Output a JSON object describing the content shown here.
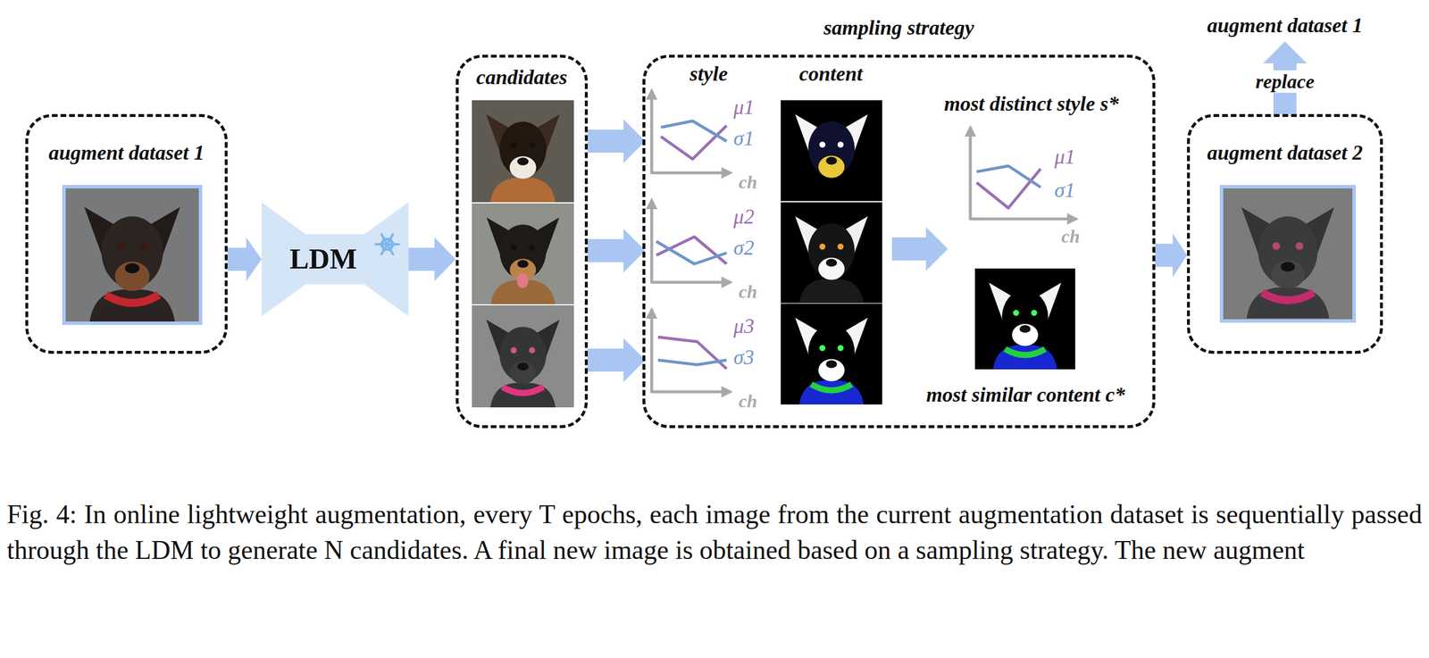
{
  "diagram": {
    "caption": "Fig. 4: In online lightweight augmentation, every T epochs, each image from the current augmentation dataset is sequentially passed through the LDM to generate N candidates. A final new image is obtained based on a sampling strategy. The new augment",
    "nodes": [
      {
        "text": [
          "augment dataset 1"
        ]
      },
      {
        "text": [
          "LDM"
        ]
      },
      {
        "text": [
          "candidates"
        ]
      },
      {
        "text": [
          "sampling strategy"
        ]
      },
      {
        "text": [
          "μ1",
          "σ1",
          "ch"
        ],
        "in": 3
      },
      {
        "text": [
          "μ2",
          "σ2",
          "ch"
        ],
        "in": 3
      },
      {
        "text": [
          "μ3",
          "σ3",
          "ch"
        ],
        "in": 3
      },
      {
        "text": [
          "most distinct style s*",
          "μ1",
          "σ1",
          "ch"
        ],
        "in": 3
      },
      {
        "text": [
          "most similar content c*"
        ],
        "in": 3
      },
      {
        "text": [
          "augment dataset 2"
        ]
      },
      {
        "text": [
          "augment dataset 1"
        ]
      }
    ],
    "edges": [
      {
        "from": 0,
        "to": 1,
        "arrow": "to"
      },
      {
        "from": 1,
        "to": 2,
        "arrow": "to"
      },
      {
        "from": 2,
        "to": 4,
        "arrow": "to"
      },
      {
        "from": 2,
        "to": 5,
        "arrow": "to"
      },
      {
        "from": 2,
        "to": 6,
        "arrow": "to"
      },
      {
        "from": 3,
        "to": 9,
        "arrow": "to"
      },
      {
        "from": 9,
        "to": 10,
        "arrow": "to",
        "label": "replace"
      }
    ],
    "labels": [
      "style",
      "content"
    ]
  }
}
